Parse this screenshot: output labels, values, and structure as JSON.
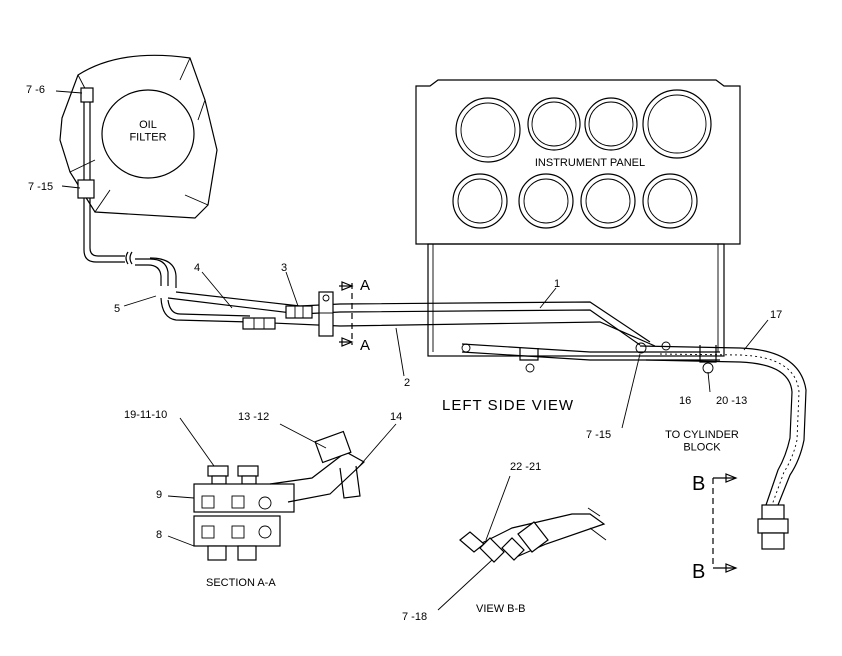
{
  "diagram": {
    "components": {
      "oil_filter": "OIL\nFILTER",
      "instrument_panel": "INSTRUMENT PANEL",
      "left_side_view": "LEFT SIDE VIEW",
      "to_cylinder_block": "TO CYLINDER\nBLOCK",
      "section_aa": "SECTION A-A",
      "view_bb": "VIEW B-B"
    },
    "section_markers": {
      "a_top": "A",
      "a_bottom": "A",
      "b_top": "B",
      "b_bottom": "B"
    },
    "callouts": {
      "c_7_6": "7 -6",
      "c_7_15_top": "7 -15",
      "c_4": "4",
      "c_3": "3",
      "c_5": "5",
      "c_1": "1",
      "c_2": "2",
      "c_17": "17",
      "c_16": "16",
      "c_20_13": "20 -13",
      "c_7_15_mid": "7 -15",
      "c_19_11_10": "19-11-10",
      "c_13_12": "13 -12",
      "c_14": "14",
      "c_9": "9",
      "c_8": "8",
      "c_22_21": "22 -21",
      "c_7_18": "7 -18"
    }
  }
}
